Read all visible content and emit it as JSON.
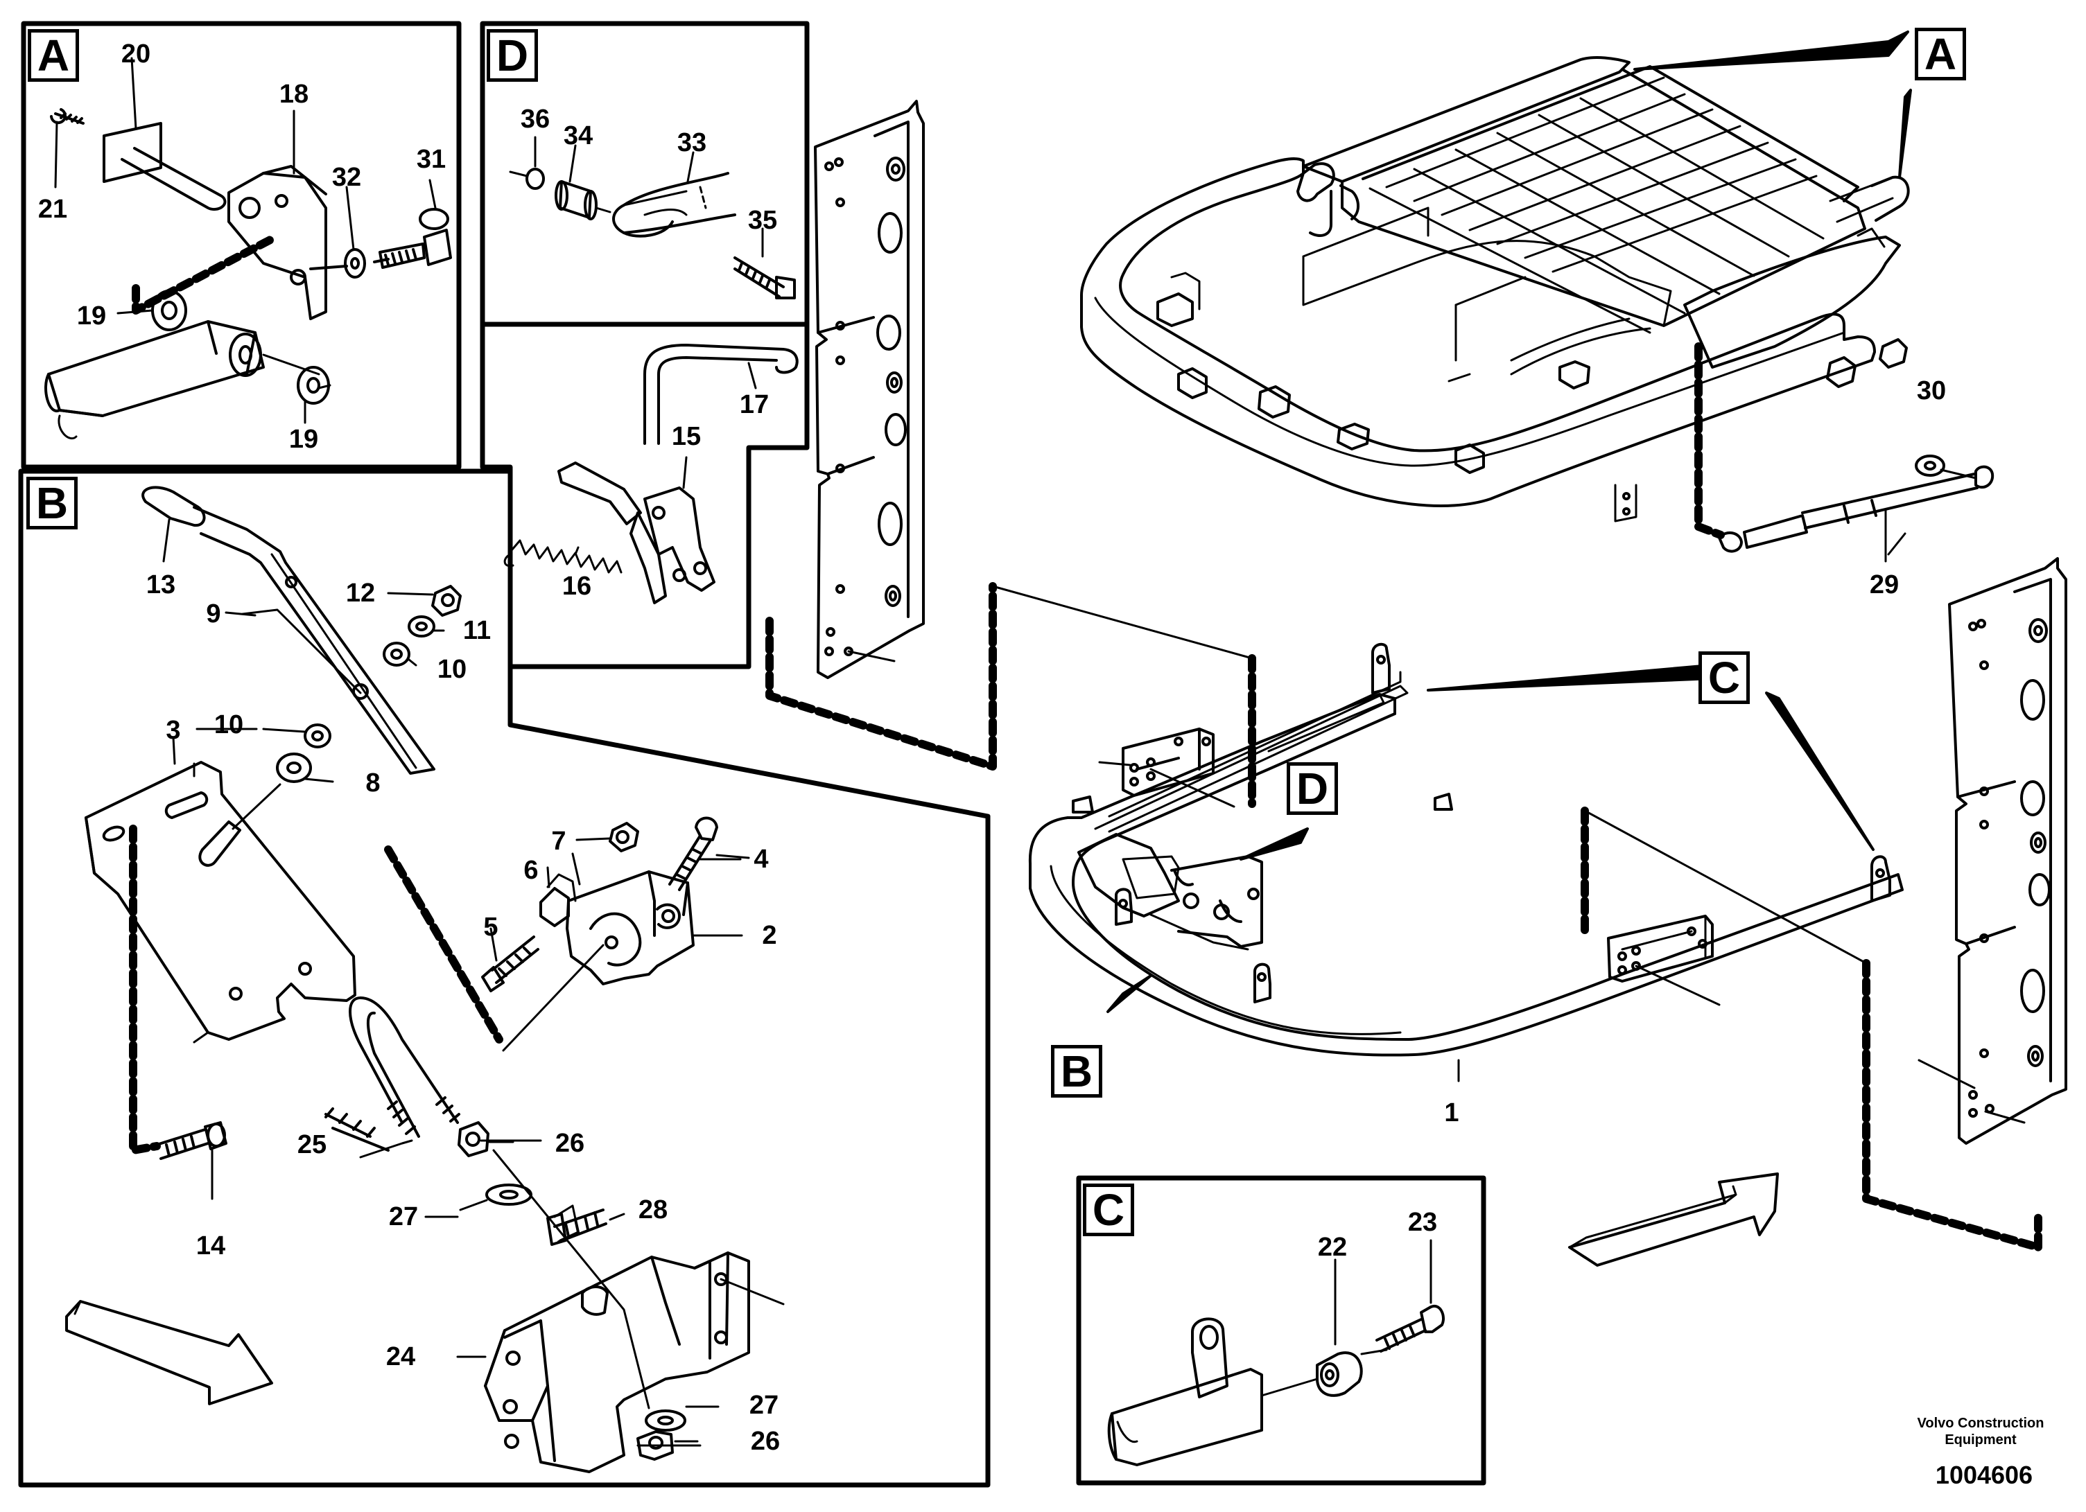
{
  "panel_tags": {
    "a": "A",
    "b": "B",
    "c": "C",
    "d": "D"
  },
  "callouts": {
    "n1": "1",
    "n2": "2",
    "n3": "3",
    "n4": "4",
    "n5": "5",
    "n6": "6",
    "n7": "7",
    "n8": "8",
    "n9": "9",
    "n10a": "10",
    "n10b": "10",
    "n11": "11",
    "n12": "12",
    "n13": "13",
    "n14": "14",
    "n15": "15",
    "n16": "16",
    "n17": "17",
    "n18": "18",
    "n19a": "19",
    "n19b": "19",
    "n20": "20",
    "n21": "21",
    "n22": "22",
    "n23": "23",
    "n24": "24",
    "n25": "25",
    "n26a": "26",
    "n26b": "26",
    "n27a": "27",
    "n27b": "27",
    "n28": "28",
    "n29": "29",
    "n30": "30",
    "n31": "31",
    "n32": "32",
    "n33": "33",
    "n34": "34",
    "n35": "35",
    "n36": "36"
  },
  "footer": {
    "brand_line1": "Volvo Construction",
    "brand_line2": "Equipment",
    "drawing_number": "1004606"
  }
}
